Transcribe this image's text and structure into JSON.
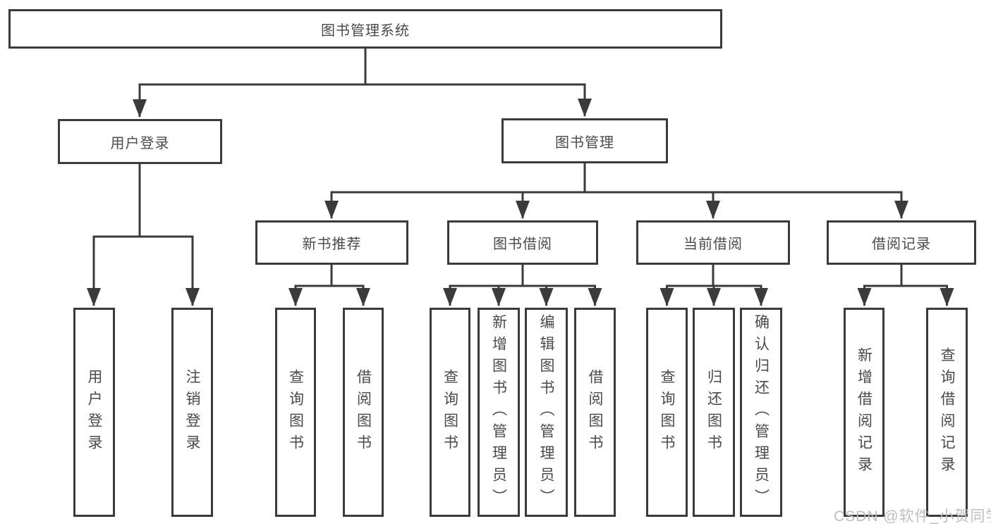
{
  "tree": {
    "root": {
      "label": "图书管理系统"
    },
    "branches": [
      {
        "label": "用户登录",
        "children": [
          {
            "label": "用户登录"
          },
          {
            "label": "注销登录"
          }
        ]
      },
      {
        "label": "图书管理",
        "children": [
          {
            "label": "新书推荐",
            "children": [
              {
                "label": "查询图书"
              },
              {
                "label": "借阅图书"
              }
            ]
          },
          {
            "label": "图书借阅",
            "children": [
              {
                "label": "查询图书"
              },
              {
                "label": "新增图书（管理员）"
              },
              {
                "label": "编辑图书（管理员）"
              },
              {
                "label": "借阅图书"
              }
            ]
          },
          {
            "label": "当前借阅",
            "children": [
              {
                "label": "查询图书"
              },
              {
                "label": "归还图书"
              },
              {
                "label": "确认归还（管理员）"
              }
            ]
          },
          {
            "label": "借阅记录",
            "children": [
              {
                "label": "新增借阅记录"
              },
              {
                "label": "查询借阅记录"
              }
            ]
          }
        ]
      }
    ]
  },
  "watermark": {
    "text": "CSDN @软件_小贺同学"
  },
  "colors": {
    "line": "#3b3b3b",
    "box_border": "#3b3b3b",
    "text": "#4a4a4a",
    "watermark": "#bababa",
    "background": "#ffffff"
  }
}
